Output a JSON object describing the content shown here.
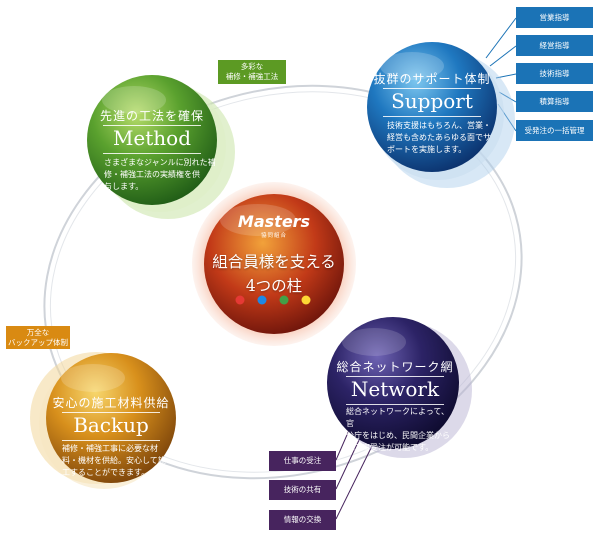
{
  "center": {
    "logo": "Masters",
    "logo_sub": "協同組合",
    "title_line1": "組合員様を支える",
    "title_line2": "4つの柱",
    "dot_colors": [
      "#e53935",
      "#1e88e5",
      "#43a047",
      "#fdd835"
    ]
  },
  "support": {
    "title": "抜群のサポート体制",
    "label": "Support",
    "desc": [
      "技術支援はもちろん、営業・",
      "経営も含めたあらゆる面でサ",
      "ポートを実施します。"
    ],
    "tags": [
      "営業指導",
      "経営指導",
      "技術指導",
      "積算指導",
      "受発注の一括管理"
    ]
  },
  "method": {
    "title": "先進の工法を確保",
    "label": "Method",
    "desc": [
      "さまざまなジャンルに別れた補",
      "修・補強工法の実績権を供",
      "与します。"
    ],
    "tag": [
      "多彩な",
      "補修・補強工法"
    ]
  },
  "backup": {
    "title": "安心の施工材料供給",
    "label": "Backup",
    "desc": [
      "補修・補強工事に必要な材",
      "料・機材を供給。安心して施",
      "工することができます。"
    ],
    "tag": [
      "万全な",
      "バックアップ体制"
    ]
  },
  "network": {
    "title": "総合ネットワーク網",
    "label": "Network",
    "desc": [
      "総合ネットワークによって、官",
      "公庁をはじめ、民間企業から",
      "の工事受注が可能です。"
    ],
    "tags": [
      "仕事の受注",
      "技術の共有",
      "情報の交換"
    ]
  },
  "colors": {
    "support": "#1f6fb3",
    "method": "#4f9a2a",
    "backup": "#d88a14",
    "network": "#3a2a6c",
    "center": "#c1361c"
  }
}
